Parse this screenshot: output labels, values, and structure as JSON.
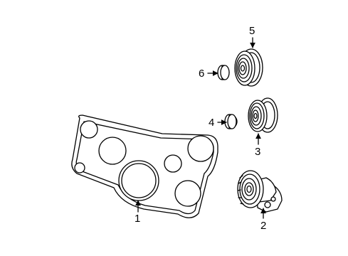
{
  "callouts": {
    "c1": "1",
    "c2": "2",
    "c3": "3",
    "c4": "4",
    "c5": "5",
    "c6": "6"
  },
  "parts": [
    {
      "number": "1",
      "icon": "serpentine-belt-icon"
    },
    {
      "number": "2",
      "icon": "belt-tensioner-icon"
    },
    {
      "number": "3",
      "icon": "idler-pulley-icon"
    },
    {
      "number": "4",
      "icon": "pulley-dust-cap-icon"
    },
    {
      "number": "5",
      "icon": "idler-pulley-icon"
    },
    {
      "number": "6",
      "icon": "pulley-dust-cap-icon"
    }
  ]
}
